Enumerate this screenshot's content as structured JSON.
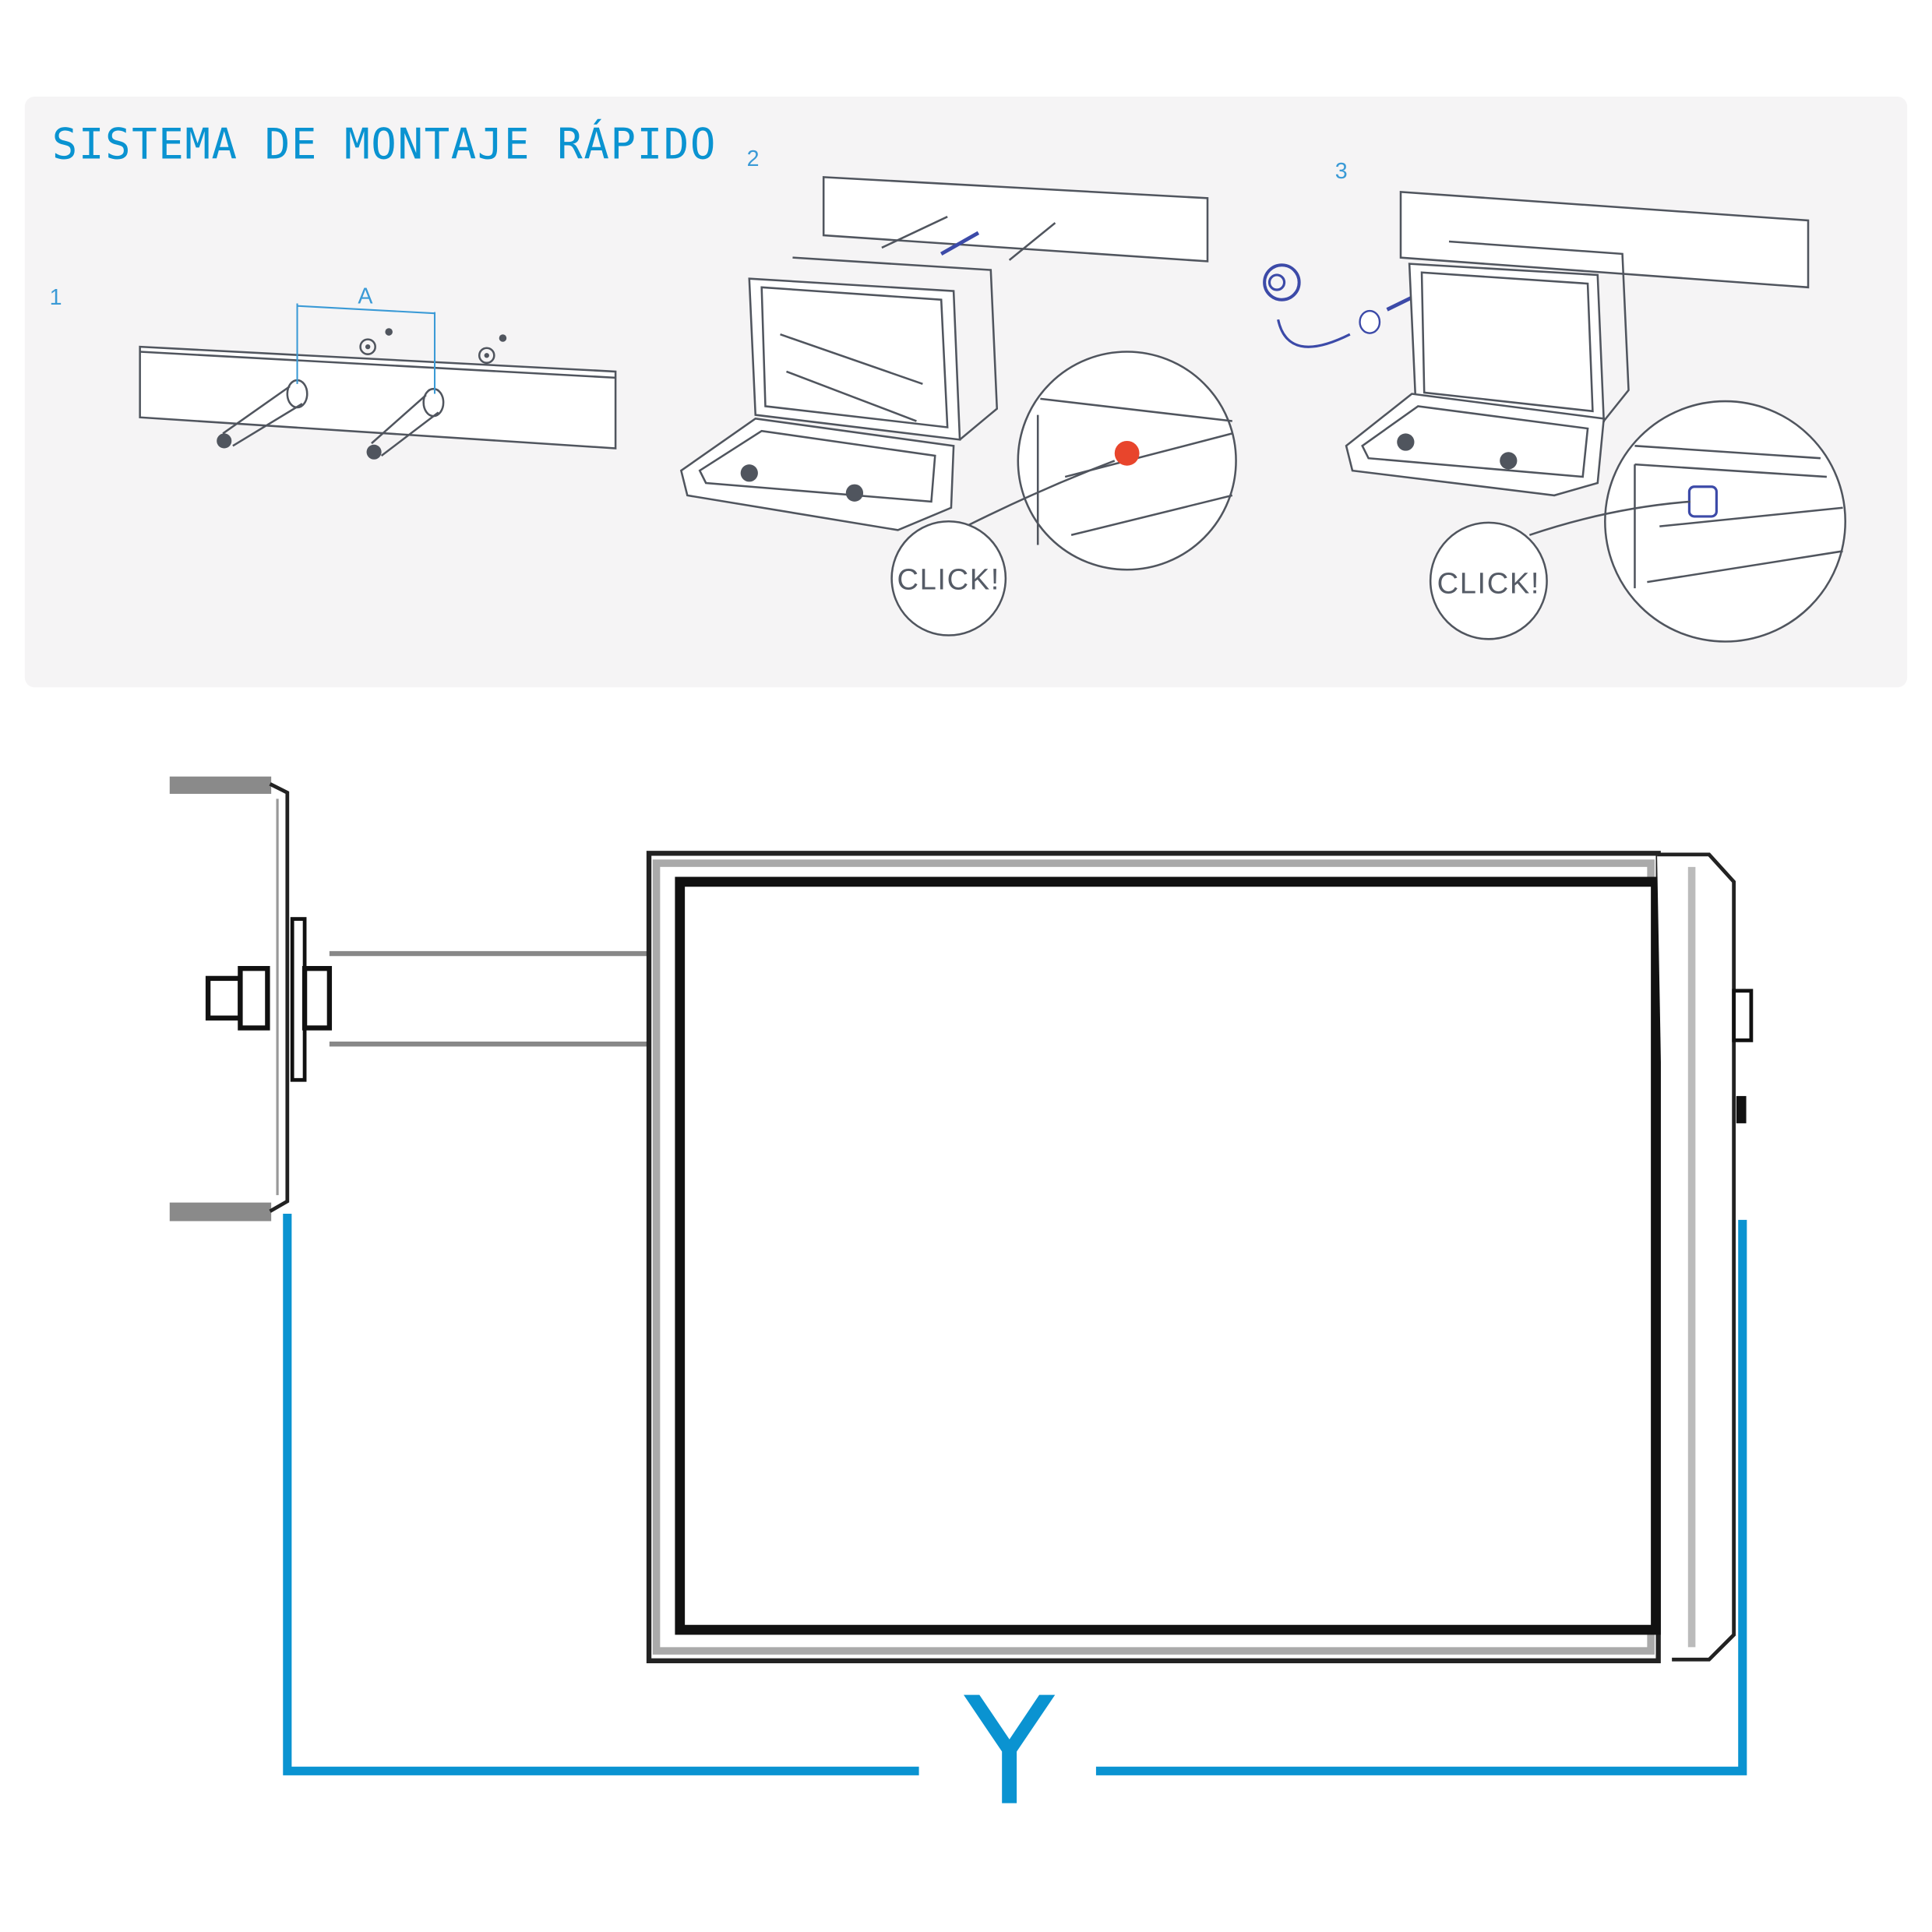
{
  "title": "SISTEMA DE MONTAJE RÁPIDO",
  "steps": [
    {
      "number": "1",
      "dimension_label": "A"
    },
    {
      "number": "2",
      "callout": "CLICK!"
    },
    {
      "number": "3",
      "callout": "CLICK!"
    }
  ],
  "dimension": {
    "label": "Y"
  },
  "colors": {
    "accent": "#0a93d1",
    "panel": "#f5f4f5",
    "line": "#50555e",
    "arrow": "#3c4aa8",
    "highlight": "#e8452c"
  }
}
